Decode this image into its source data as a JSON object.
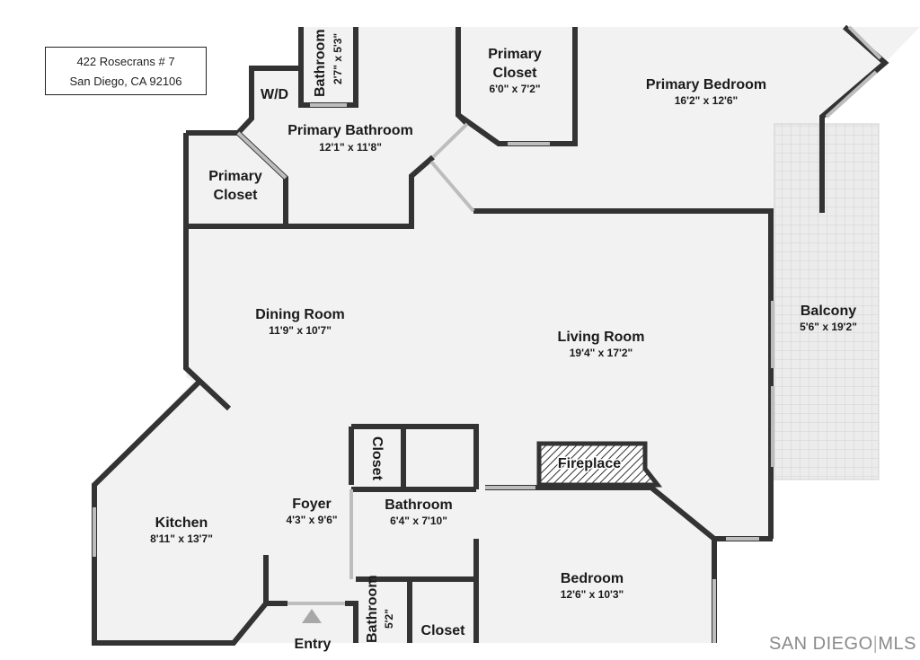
{
  "address": {
    "line1": "422 Rosecrans # 7",
    "line2": "San Diego, CA 92106"
  },
  "watermark": {
    "left": "SAN DIEGO",
    "right": "MLS"
  },
  "rooms": {
    "bathroom_top": {
      "name": "Bathroom",
      "dims": "2'7\" x 5'3\""
    },
    "wd": {
      "name": "W/D"
    },
    "primary_bathroom": {
      "name": "Primary Bathroom",
      "dims": "12'1\" x 11'8\""
    },
    "primary_closet_left": {
      "name": "Primary",
      "name2": "Closet"
    },
    "primary_closet_top": {
      "name": "Primary",
      "name2": "Closet",
      "dims": "6'0\" x 7'2\""
    },
    "primary_bedroom": {
      "name": "Primary Bedroom",
      "dims": "16'2\" x 12'6\""
    },
    "balcony": {
      "name": "Balcony",
      "dims": "5'6\" x 19'2\""
    },
    "dining_room": {
      "name": "Dining Room",
      "dims": "11'9\" x 10'7\""
    },
    "living_room": {
      "name": "Living Room",
      "dims": "19'4\" x 17'2\""
    },
    "closet_mid": {
      "name": "Closet"
    },
    "fireplace": {
      "name": "Fireplace"
    },
    "foyer": {
      "name": "Foyer",
      "dims": "4'3\" x 9'6\""
    },
    "bathroom_mid": {
      "name": "Bathroom",
      "dims": "6'4\" x 7'10\""
    },
    "kitchen": {
      "name": "Kitchen",
      "dims": "8'11\" x 13'7\""
    },
    "bedroom": {
      "name": "Bedroom",
      "dims": "12'6\" x 10'3\""
    },
    "bathroom_bottom": {
      "name": "Bathroom",
      "dims": "5'2\""
    },
    "closet_bottom": {
      "name": "Closet"
    },
    "entry": {
      "name": "Entry"
    }
  },
  "colors": {
    "wall": "#333333",
    "floor": "#f2f2f2",
    "balcony": "#e6e6e6",
    "window": "#d0d0d0"
  }
}
